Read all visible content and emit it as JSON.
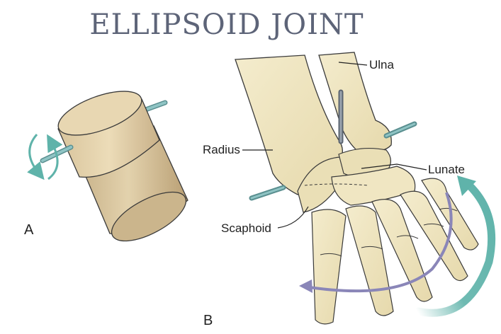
{
  "title": "ELLIPSOID JOINT",
  "panels": {
    "a": "A",
    "b": "B"
  },
  "labels": {
    "ulna": "Ulna",
    "radius": "Radius",
    "lunate": "Lunate",
    "scaphoid": "Scaphoid"
  },
  "colors": {
    "title": "#5d6478",
    "bone": "#efe6c0",
    "bone_outline": "#3a3a3a",
    "cylinder": "#d9c6a0",
    "axis_rod": "#7fb5b5",
    "rotation_teal": "#5fb3aa",
    "rotation_purple": "#8a86b8"
  }
}
